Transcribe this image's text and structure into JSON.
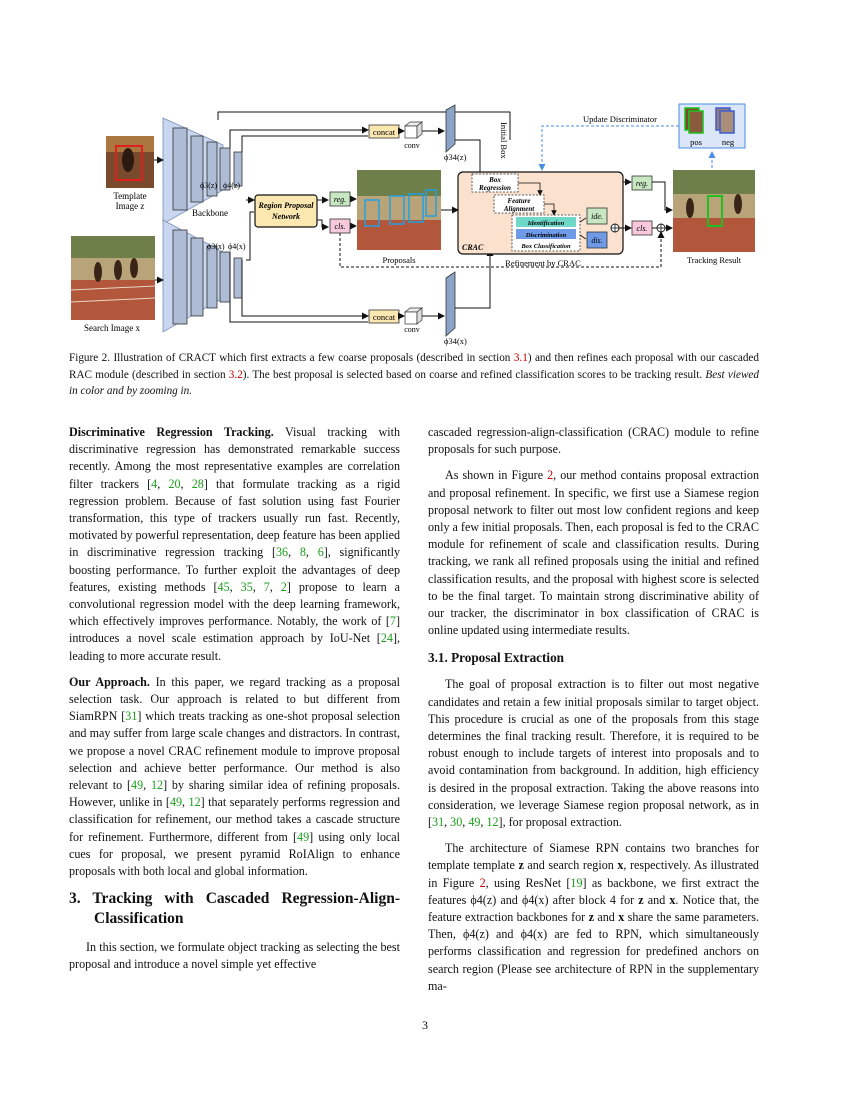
{
  "figure": {
    "labels": {
      "concat_top": "concat",
      "concat_bottom": "concat",
      "conv_top": "conv",
      "conv_bottom": "conv",
      "phi34_top": "ϕ34(z)",
      "phi34_bottom": "ϕ34(x)",
      "initial_box": "Initial Box",
      "update_discriminator": "Update Discriminator",
      "pos": "pos",
      "neg": "neg",
      "template": "Template",
      "template_image": "Image z",
      "backbone": "Backbone",
      "phi3z": "ϕ3(z)",
      "phi4z": "ϕ4(z)",
      "phi3x": "ϕ3(x)",
      "phi4x": "ϕ4(x)",
      "rpn_line1": "Region Proposal",
      "rpn_line2": "Network",
      "reg_left": "reg.",
      "cls_left": "cls.",
      "proposals": "Proposals",
      "box_regression_1": "Box",
      "box_regression_2": "Regression",
      "feature_alignment_1": "Feature",
      "feature_alignment_2": "Alignment",
      "identification": "Identification",
      "discrimination": "Discrimination",
      "box_classification": "Box Classification",
      "ide": "ide.",
      "dis": "dis.",
      "crac": "CRAC",
      "refinement": "Refinement by CRAC",
      "reg_right": "reg.",
      "cls_right": "cls.",
      "tracking_result": "Tracking Result",
      "search_image": "Search Image x"
    },
    "colors": {
      "concat": "#fbe7b0",
      "reg": "#c7e6c2",
      "cls": "#f8c9dc",
      "rpn": "#fbe7b0",
      "crac": "#fae2cf",
      "ide": "#c7e6c2",
      "dis": "#6f9ae8",
      "identification": "#6fd8c8",
      "backbone": "#c9d6ef",
      "update": "#4a8fe0"
    }
  },
  "caption": {
    "prefix": "Figure 2. Illustration of CRACT which first extracts a few coarse proposals (described in section ",
    "ref1": "3.1",
    "mid": ") and then refines each proposal with our cascaded RAC module (described in section ",
    "ref2": "3.2",
    "suffix": "). The best proposal is selected based on coarse and refined classification scores to be tracking result. ",
    "italic": "Best viewed in color and by zooming in."
  },
  "left": {
    "p1_lead": "Discriminative Regression Tracking.",
    "p1_a": " Visual tracking with discriminative regression has demonstrated remarkable success recently. Among the most representative examples are correlation filter trackers [",
    "r4": "4",
    "r20": "20",
    "r28": "28",
    "p1_b": "] that formulate tracking as a rigid regression problem. Because of fast solution using fast Fourier transformation, this type of trackers usually run fast. Recently, motivated by powerful representation, deep feature has been applied in discriminative regression tracking [",
    "r36": "36",
    "r8": "8",
    "r6": "6",
    "p1_c": "], significantly boosting performance. To further exploit the advantages of deep features, existing methods [",
    "r45": "45",
    "r35": "35",
    "r7": "7",
    "r2": "2",
    "p1_d": "] propose to learn a convolutional regression model with the deep learning framework, which effectively improves performance. Notably, the work of [",
    "r7b": "7",
    "p1_e": "] introduces a novel scale estimation approach by IoU-Net [",
    "r24": "24",
    "p1_f": "], leading to more accurate result.",
    "p2_lead": "Our Approach.",
    "p2_a": " In this paper, we regard tracking as a proposal selection task. Our approach is related to but different from SiamRPN [",
    "r31": "31",
    "p2_b": "] which treats tracking as one-shot proposal selection and may suffer from large scale changes and distractors. In contrast, we propose a novel CRAC refinement module to improve proposal selection and achieve better performance. Our method is also relevant to [",
    "r49": "49",
    "r12": "12",
    "p2_c": "] by sharing similar idea of refining proposals. However, unlike in [",
    "r49b": "49",
    "r12b": "12",
    "p2_d": "] that separately performs regression and classification for refinement, our method takes a cascade structure for refinement. Furthermore, different from [",
    "r49c": "49",
    "p2_e": "] using only local cues for proposal, we present pyramid RoIAlign to enhance proposals with both local and global information.",
    "sec_title": "3. Tracking with Cascaded Regression-Align-Classification",
    "p3": "In this section, we formulate object tracking as selecting the best proposal and introduce a novel simple yet effective"
  },
  "right": {
    "p1": "cascaded regression-align-classification (CRAC) module to refine proposals for such purpose.",
    "p2_a": "As shown in Figure ",
    "fig2": "2",
    "p2_b": ", our method contains proposal extraction and proposal refinement. In specific, we first use a Siamese region proposal network to filter out most low confident regions and keep only a few initial proposals. Then, each proposal is fed to the CRAC module for refinement of scale and classification results. During tracking, we rank all refined proposals using the initial and refined classification results, and the proposal with highest score is selected to be the final target. To maintain strong discriminative ability of our tracker, the discriminator in box classification of CRAC is online updated using intermediate results.",
    "sub_title": "3.1. Proposal Extraction",
    "p3": "The goal of proposal extraction is to filter out most negative candidates and retain a few initial proposals similar to target object. This procedure is crucial as one of the proposals from this stage determines the final tracking result. Therefore, it is required to be robust enough to include targets of interest into proposals and to avoid contamination from background. In addition, high efficiency is desired in the proposal extraction. Taking the above reasons into consideration, we leverage Siamese region proposal network, as in [",
    "r31": "31",
    "r30": "30",
    "r49": "49",
    "r12": "12",
    "p3_end": "], for proposal extraction.",
    "p4_a": "The architecture of Siamese RPN contains two branches for template template ",
    "z1": "z",
    "p4_b": " and search region ",
    "x1": "x",
    "p4_c": ", respectively. As illustrated in Figure ",
    "fig2b": "2",
    "p4_d": ", using ResNet [",
    "r19": "19",
    "p4_e": "] as backbone, we first extract the features ϕ4(z) and ϕ4(x) after block 4 for ",
    "z2": "z",
    "p4_f": " and ",
    "x2": "x",
    "p4_g": ". Notice that, the feature extraction backbones for ",
    "z3": "z",
    "p4_h": " and ",
    "x3": "x",
    "p4_i": " share the same parameters. Then, ϕ4(z) and ϕ4(x) are fed to RPN, which simultaneously performs classification and regression for predefined anchors on search region (Please see architecture of RPN in the supplementary ma-"
  },
  "page_number": "3"
}
